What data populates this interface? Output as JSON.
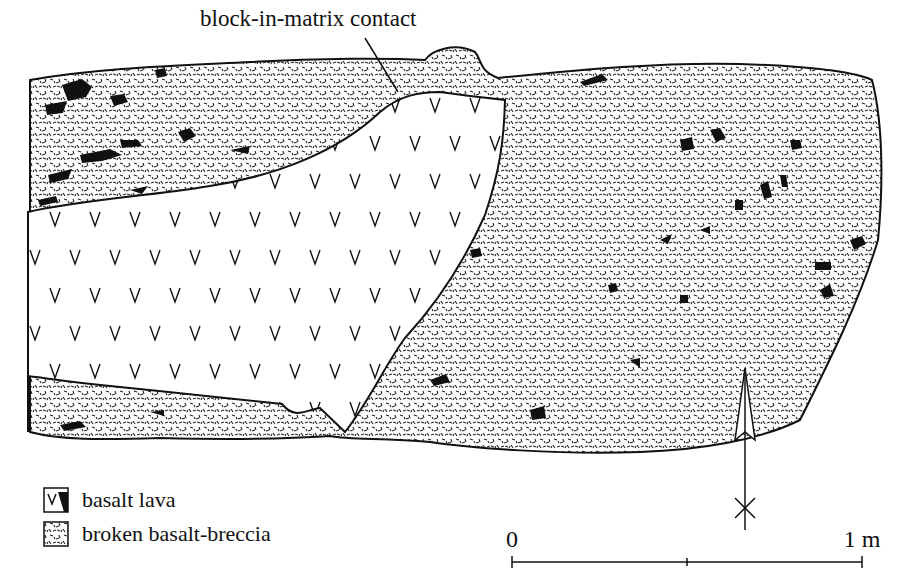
{
  "diagram": {
    "labels": [
      "block-in-matrix contact",
      "0",
      "1 m"
    ],
    "legend": [
      {
        "text": "basalt lava"
      },
      {
        "text": "broken basalt-breccia"
      }
    ]
  }
}
